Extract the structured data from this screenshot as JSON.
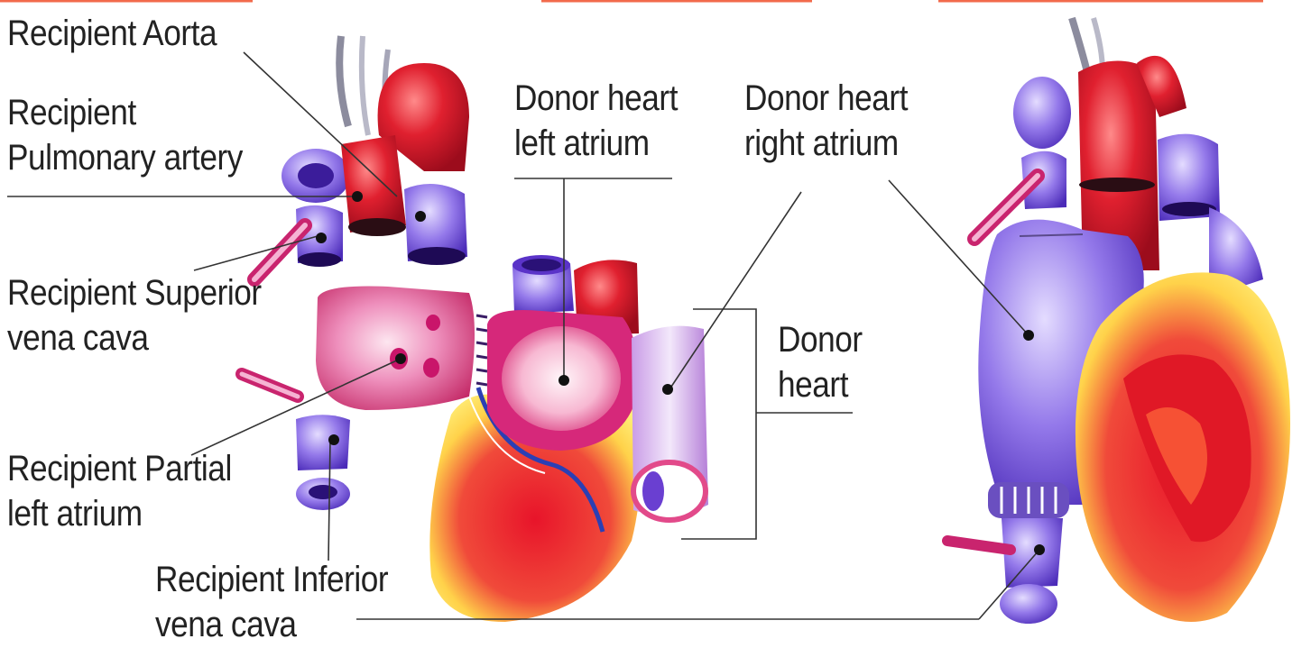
{
  "labels": {
    "recipient_aorta": "Recipient Aorta",
    "recipient_pulmonary_artery_1": "Recipient",
    "recipient_pulmonary_artery_2": "Pulmonary artery",
    "recipient_superior_vc_1": "Recipient Superior",
    "recipient_superior_vc_2": "vena cava",
    "recipient_partial_la_1": "Recipient Partial",
    "recipient_partial_la_2": "left atrium",
    "recipient_inferior_vc_1": "Recipient Inferior",
    "recipient_inferior_vc_2": "vena cava",
    "donor_left_atrium_1": "Donor heart",
    "donor_left_atrium_2": "left atrium",
    "donor_right_atrium_1": "Donor heart",
    "donor_right_atrium_2": "right atrium",
    "donor_heart_1": "Donor",
    "donor_heart_2": "heart"
  },
  "colors": {
    "red": "#d81b2b",
    "deep_red": "#b0101e",
    "purple": "#6a3fd1",
    "violet": "#9a7be8",
    "pink": "#e24a8a",
    "yellow": "#f5e34a",
    "leader_line": "#333333"
  }
}
